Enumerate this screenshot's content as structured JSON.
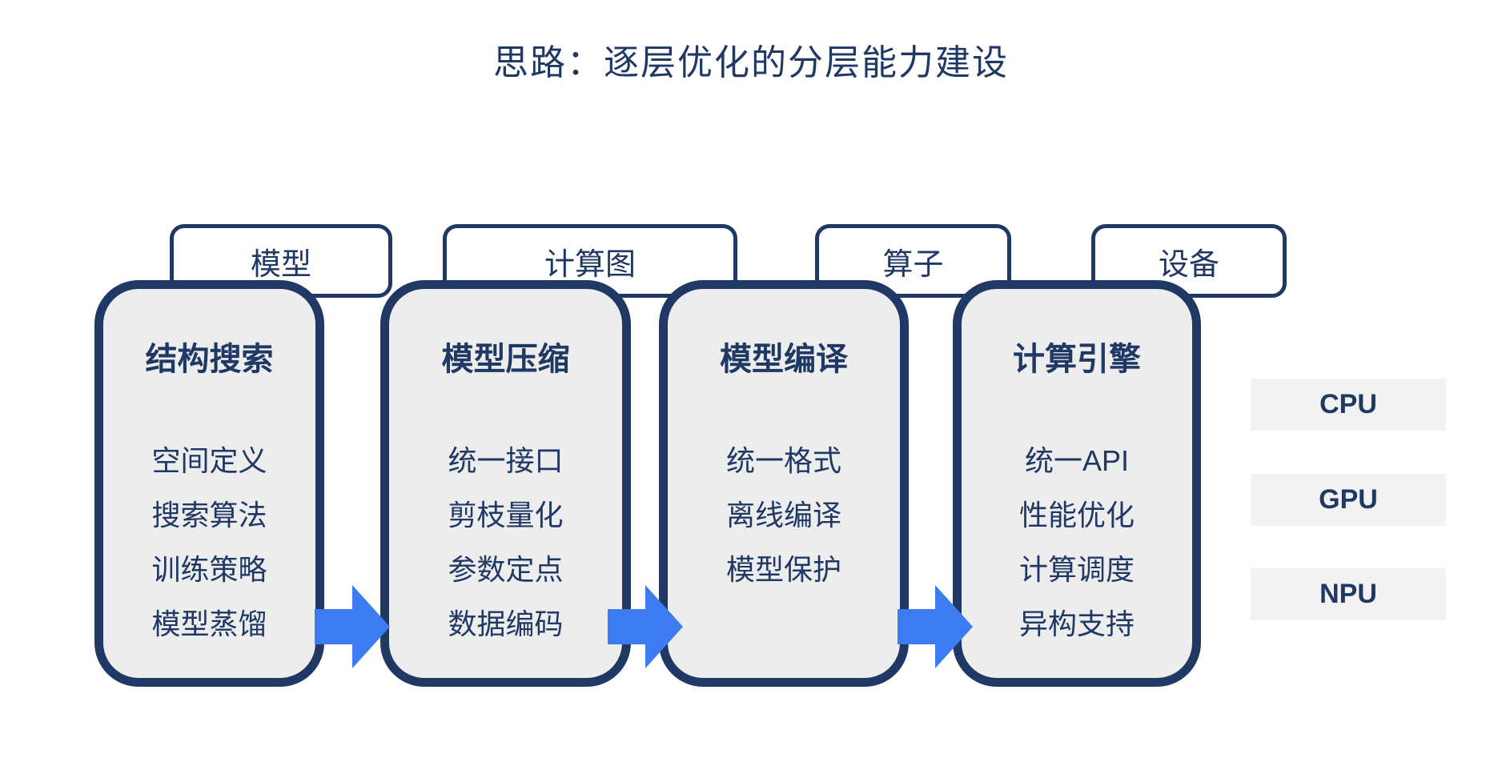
{
  "title": "思路：逐层优化的分层能力建设",
  "layer_tabs": [
    {
      "label": "模型"
    },
    {
      "label": "计算图"
    },
    {
      "label": "算子"
    },
    {
      "label": "设备"
    }
  ],
  "cards": [
    {
      "title": "结构搜索",
      "items": [
        "空间定义",
        "搜索算法",
        "训练策略",
        "模型蒸馏"
      ]
    },
    {
      "title": "模型压缩",
      "items": [
        "统一接口",
        "剪枝量化",
        "参数定点",
        "数据编码"
      ]
    },
    {
      "title": "模型编译",
      "items": [
        "统一格式",
        "离线编译",
        "模型保护"
      ]
    },
    {
      "title": "计算引擎",
      "items": [
        "统一API",
        "性能优化",
        "计算调度",
        "异构支持"
      ]
    }
  ],
  "hardware": [
    {
      "label": "CPU"
    },
    {
      "label": "GPU"
    },
    {
      "label": "NPU"
    }
  ],
  "colors": {
    "navy": "#1F3864",
    "card-fill": "#EDEDEE",
    "arrow-blue": "#3C7BF1",
    "hw-fill": "#F2F2F2",
    "tab-fill": "#FFFFFF"
  }
}
